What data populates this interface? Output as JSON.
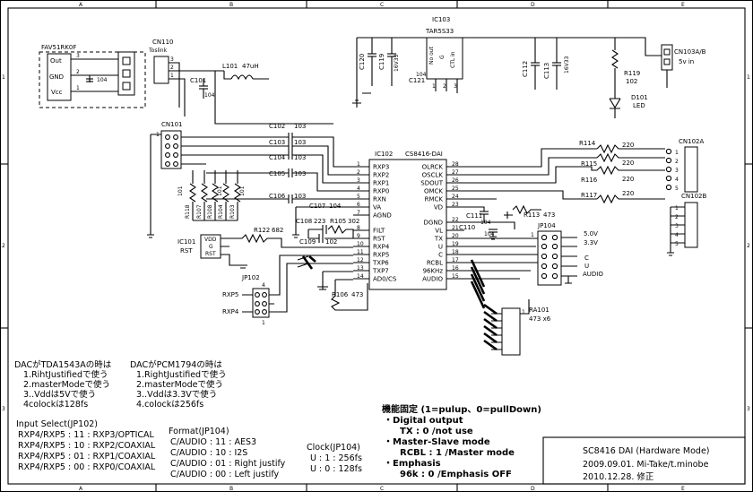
{
  "frame": {
    "columns": [
      "A",
      "B",
      "C",
      "D",
      "E"
    ],
    "rows": [
      "1",
      "2",
      "3"
    ]
  },
  "parts": {
    "fav": "FAV51RK0F",
    "fav_out": "Out",
    "fav_gnd": "GND",
    "fav_vcc": "Vcc",
    "cn110": "CN110",
    "cn110_sub": "Toslink",
    "l101": "L101",
    "l101_val": "47uH",
    "c101": "C101",
    "c104_val": "104",
    "cn101": "CN101",
    "ic103": "IC103",
    "ic103_part": "TAR5S33",
    "ic103_pins": [
      "No out",
      "G",
      "CTL in"
    ],
    "c120": "C120",
    "c119": "C119",
    "c121": "C121",
    "c112": "C112",
    "c113": "C113",
    "v16": "16V33",
    "cn103": "CN103A/B",
    "cn103_sub": "5v in",
    "r119": "R119",
    "r119_val": "102",
    "d101": "D101",
    "d101_sub": "LED",
    "ic102": "IC102",
    "ic102_part": "CS8416-DAI",
    "left_pins": [
      {
        "name": "RXP3",
        "num": "1"
      },
      {
        "name": "RXP2",
        "num": "2"
      },
      {
        "name": "RXP1",
        "num": "3"
      },
      {
        "name": "RXP0",
        "num": "4"
      },
      {
        "name": "RXN",
        "num": "5"
      },
      {
        "name": "VA",
        "num": "6"
      },
      {
        "name": "AGND",
        "num": "7"
      },
      {
        "name": "FILT",
        "num": "8"
      },
      {
        "name": "RST",
        "num": "9"
      },
      {
        "name": "RXP4",
        "num": "10"
      },
      {
        "name": "RXP5",
        "num": "11"
      },
      {
        "name": "TXP6",
        "num": "12"
      },
      {
        "name": "TXP7",
        "num": "13"
      },
      {
        "name": "AD0/CS",
        "num": "14"
      }
    ],
    "right_pins": [
      {
        "name": "OLRCK",
        "num": "28"
      },
      {
        "name": "OSCLK",
        "num": "27"
      },
      {
        "name": "SDOUT",
        "num": "26"
      },
      {
        "name": "OMCK",
        "num": "25"
      },
      {
        "name": "RMCK",
        "num": "24"
      },
      {
        "name": "VD",
        "num": "23"
      },
      {
        "name": "DGND",
        "num": "22"
      },
      {
        "name": "VL",
        "num": "21"
      },
      {
        "name": "TX",
        "num": "20"
      },
      {
        "name": "U",
        "num": "19"
      },
      {
        "name": "C",
        "num": "18"
      },
      {
        "name": "RCBL",
        "num": "17"
      },
      {
        "name": "96KHz",
        "num": "16"
      },
      {
        "name": "AUDIO",
        "num": "15"
      }
    ],
    "caps_in": [
      {
        "ref": "C102",
        "val": "103"
      },
      {
        "ref": "C103",
        "val": "103"
      },
      {
        "ref": "C104",
        "val": "103"
      },
      {
        "ref": "C105",
        "val": "103"
      },
      {
        "ref": "C106",
        "val": "103"
      }
    ],
    "c107": "C107",
    "c107_val": "104",
    "c108": "C108",
    "c108_val": "223",
    "r105": "R105",
    "r105_val": "302",
    "c109": "C109",
    "c109_val": "102",
    "res_101": "101",
    "res_cols": [
      "R118",
      "R107",
      "R108",
      "R104",
      "R103"
    ],
    "ic101": "IC101",
    "ic101_rst": "RST",
    "ic101_pins": [
      "VDD",
      "G",
      "RST"
    ],
    "r122": "R122",
    "r122_val": "682",
    "jp102": "JP102",
    "jp102_pins": [
      "4",
      "1"
    ],
    "rxp5": "RXP5",
    "rxp4": "RXP4",
    "r106": "R106",
    "r106_val": "473",
    "out_res": [
      {
        "ref": "R114",
        "val": "220"
      },
      {
        "ref": "R115",
        "val": "220"
      },
      {
        "ref": "R116",
        "val": "220"
      },
      {
        "ref": "R117",
        "val": "220"
      }
    ],
    "cn102a": "CN102A",
    "cn102b": "CN102B",
    "cn102_pins": [
      "1",
      "2",
      "3",
      "4",
      "5"
    ],
    "r113": "R113",
    "r113_val": "473",
    "c110": "C110",
    "c111": "C111",
    "jp104": "JP104",
    "jp104_pin1": "1",
    "jp104_5v": "5.0V",
    "jp104_33v": "3.3V",
    "jp104_c": "C",
    "jp104_u": "U",
    "jp104_audio": "AUDIO",
    "ra101": "RA101",
    "ra101_val": "473 x6",
    "ra101_pin1": "1"
  },
  "notes": {
    "dac1_title": "DACがTDA1543Aの時は",
    "dac1_lines": [
      "1.RihtJustifiedで使う",
      "2.masterModeで使う",
      "3..Vddは5Vで使う",
      "4colockは128fs"
    ],
    "dac2_title": "DACがPCM1794の時は",
    "dac2_lines": [
      "1.RightJustifiedで使う",
      "2.masterModeで使う",
      "3..Vddは3.3Vで使う",
      "4.colockは256fs"
    ],
    "input_title": "Input Select(JP102)",
    "input_lines": [
      "RXP4/RXP5 : 11 : RXP3/OPTICAL",
      "RXP4/RXP5 : 10 : RXP2/COAXIAL",
      "RXP4/RXP5 : 01 : RXP1/COAXIAL",
      "RXP4/RXP5 : 00 : RXP0/COAXIAL"
    ],
    "format_title": "Format(JP104)",
    "format_lines": [
      "C/AUDIO : 11 : AES3",
      "C/AUDIO : 10 : I2S",
      "C/AUDIO : 01 : Right justify",
      "C/AUDIO : 00 : Left justify"
    ],
    "clock_title": "Clock(JP104)",
    "clock_lines": [
      "U : 1 : 256fs",
      "U : 0 : 128fs"
    ],
    "fixed_title": "機能固定 (1=pulup、0=pullDown)",
    "fixed_lines": [
      "・Digital output",
      "TX   : 0 /not use",
      "・Master-Slave mode",
      "RCBL : 1 /Master mode",
      "・Emphasis",
      "96k : 0 /Emphasis OFF"
    ]
  },
  "title_block": {
    "title": "SC8416 DAI (Hardware Mode)",
    "line2": "2009.09.01.  Mi-Take/t.minobe",
    "line3": "2010.12.28.  修正"
  }
}
